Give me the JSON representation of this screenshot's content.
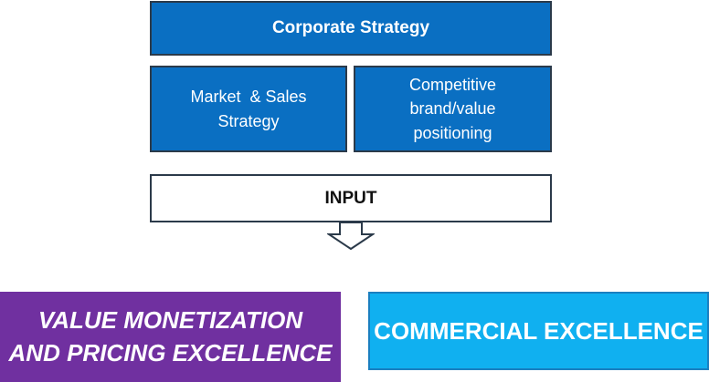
{
  "boxes": {
    "corporate_strategy": "Corporate Strategy",
    "market_sales": [
      "Market  & Sales",
      "Strategy"
    ],
    "brand_positioning": [
      "Competitive",
      "brand/value",
      "positioning"
    ],
    "input": "INPUT"
  },
  "outputs": {
    "value_monetization": [
      "VALUE MONETIZATION",
      "AND PRICING EXCELLENCE"
    ],
    "commercial_excellence": "COMMERCIAL EXCELLENCE"
  },
  "colors": {
    "strategy_blue": "#0a6fc2",
    "value_purple": "#7030a0",
    "commercial_cyan": "#10b0f0"
  }
}
